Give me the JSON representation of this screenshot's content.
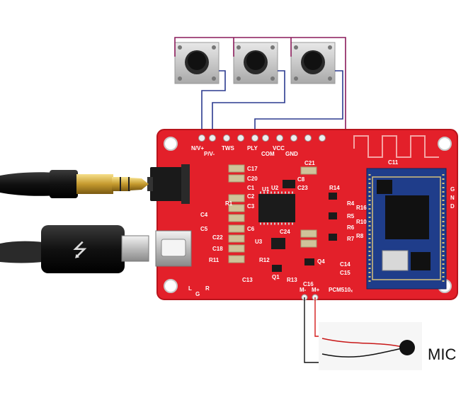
{
  "board": {
    "pins_top": [
      "N/V+",
      "P/V-",
      "TWS",
      "PLY",
      "COM",
      "VCC",
      "GND"
    ],
    "chip_label_pcm": "PCM510ₓ",
    "pin_mic_minus": "M-",
    "pin_mic_plus": "M+",
    "refs": [
      "C17",
      "C20",
      "C21",
      "C1",
      "C2",
      "C23",
      "C8",
      "U1",
      "U2",
      "C3",
      "C4",
      "C5",
      "C6",
      "C24",
      "C22",
      "C18",
      "R11",
      "R12",
      "U3",
      "C13",
      "Q1",
      "R13",
      "Q4",
      "C14",
      "C15",
      "C16",
      "R14",
      "C11",
      "R4",
      "R1",
      "R5",
      "R6",
      "R7",
      "R16",
      "R10",
      "R8",
      "L",
      "G",
      "R"
    ],
    "antenna_side": [
      "G",
      "N",
      "D"
    ]
  },
  "mic": {
    "label": "MIC"
  },
  "colors": {
    "pcb": "#e3202a",
    "pcb_dark": "#b8141c",
    "wire_purple": "#8a1a5a",
    "wire_blue": "#2b3a8f",
    "mic_wire_red": "#d41919",
    "module": "#1f3d8a"
  }
}
